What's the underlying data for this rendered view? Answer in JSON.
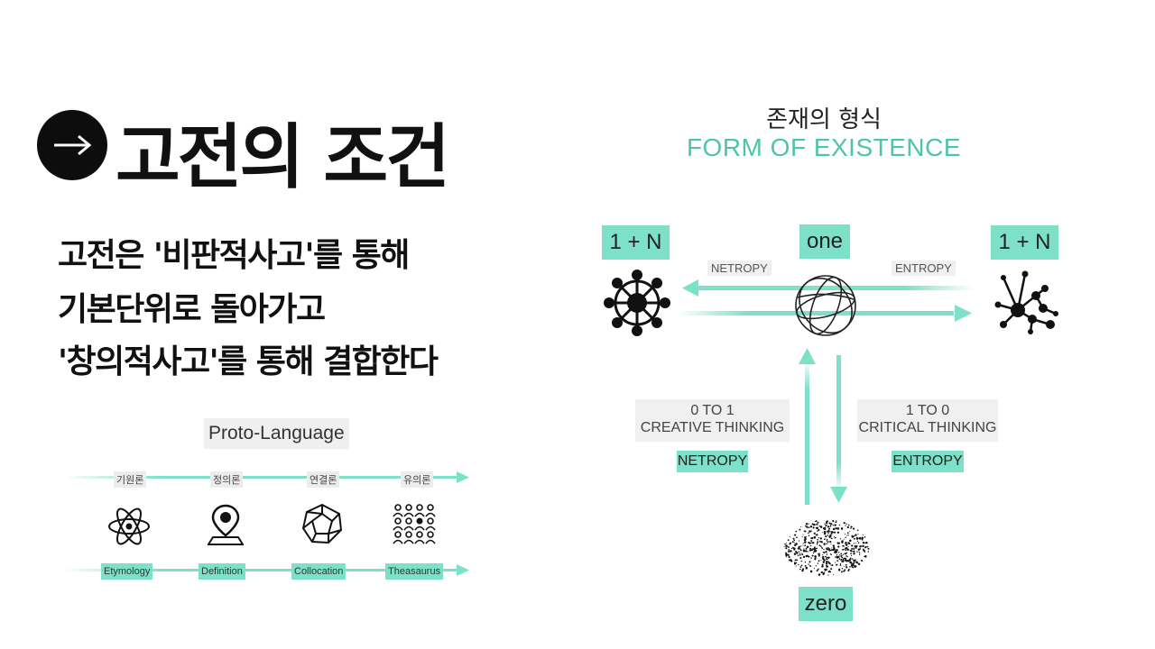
{
  "title": {
    "arrow_icon": "arrow-right-icon",
    "text": "고전의 조건"
  },
  "subtitle": {
    "lines": [
      "고전은 '비판적사고'를 통해",
      "기본단위로 돌아가고",
      "'창의적사고'를 통해 결합한다"
    ]
  },
  "proto_language": {
    "title": "Proto-Language",
    "items": [
      {
        "korean": "기원론",
        "english": "Etymology",
        "icon": "atom-icon"
      },
      {
        "korean": "정의론",
        "english": "Definition",
        "icon": "map-pin-icon"
      },
      {
        "korean": "연결론",
        "english": "Collocation",
        "icon": "polyhedron-icon"
      },
      {
        "korean": "유의론",
        "english": "Theasaurus",
        "icon": "people-group-icon"
      }
    ]
  },
  "form_of_existence": {
    "title_korean": "존재의 형식",
    "title_english": "FORM OF EXISTENCE",
    "left_node_label": "1 + N",
    "center_node_label": "one",
    "right_node_label": "1 + N",
    "bottom_node_label": "zero",
    "netropy_label": "NETROPY",
    "entropy_label": "ENTROPY",
    "left_box": {
      "line1": "0 TO 1",
      "line2": "CREATIVE THINKING",
      "tag": "NETROPY"
    },
    "right_box": {
      "line1": "1 TO 0",
      "line2": "CRITICAL THINKING",
      "tag": "ENTROPY"
    }
  },
  "colors": {
    "accent_teal": "#7de0c8",
    "accent_text": "#4fc4ad",
    "dark": "#111111"
  }
}
